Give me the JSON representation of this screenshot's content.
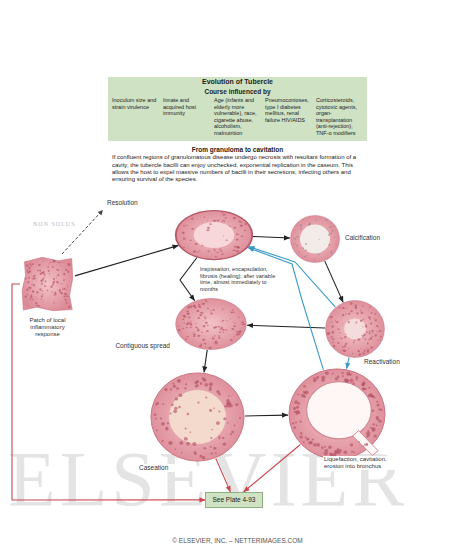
{
  "diagram": {
    "title": "Evolution of Tubercle",
    "nodes": [
      {
        "text": [
          "Course influenced by"
        ]
      },
      {
        "text": [
          "Inoculum size and strain virulence"
        ],
        "in": 0
      },
      {
        "text": [
          "Innate and acquired host immunity"
        ],
        "in": 0
      },
      {
        "text": [
          "Age (infants and elderly more vulnerable), race, cigarette abuse, alcoholism, malnutrition"
        ],
        "in": 0
      },
      {
        "text": [
          "Pneumoconioses, type I diabetes mellitus, renal failure HIV/AIDS"
        ],
        "in": 0
      },
      {
        "text": [
          "Corticosteroids, cytotoxic agents, organ-transplantation (anti-rejection), TNF-α modifiers"
        ],
        "in": 0
      },
      {
        "text": [
          "Patch of local inflammatory response"
        ]
      },
      {
        "text": [
          "Inspissation, encapsulation, fibrosis (healing); after variable time, almost immediately to months"
        ]
      },
      {
        "text": [
          "Calcification"
        ]
      },
      {
        "text": [
          "Contiguous spread"
        ]
      },
      {
        "text": [
          "Reactivation"
        ]
      },
      {
        "text": [
          "Caseation"
        ]
      },
      {
        "text": [
          "Liquefaction, cavitation, erosion into bronchus"
        ]
      },
      {
        "text": [
          "See Plate 4-93"
        ]
      }
    ],
    "edges": [
      {
        "from": 6,
        "to": 7,
        "arrow": "to"
      },
      {
        "from": 7,
        "to": 8,
        "arrow": "to"
      },
      {
        "from": 7,
        "to": 9,
        "arrow": "to"
      },
      {
        "from": 8,
        "to": 10,
        "arrow": "to"
      },
      {
        "from": 10,
        "to": 7,
        "arrow": "to"
      },
      {
        "from": 10,
        "to": 9,
        "arrow": "to"
      },
      {
        "from": 9,
        "to": 11,
        "arrow": "to"
      },
      {
        "from": 11,
        "to": 12,
        "arrow": "to"
      },
      {
        "from": 12,
        "to": 7,
        "arrow": "to"
      },
      {
        "from": 10,
        "to": 12,
        "arrow": "to"
      },
      {
        "from": 6,
        "to": 13,
        "arrow": "to"
      },
      {
        "from": 11,
        "to": 13,
        "arrow": "to"
      },
      {
        "from": 12,
        "to": 13,
        "arrow": "to"
      }
    ],
    "labels": [
      "From granuloma to cavitation",
      "If confluent regions of granulomatous disease undergo necrosis with resultant formation of a cavity, the tubercle bacilli can enjoy unchecked, exponential replication in the caseum. This allows the host to expel massive numbers of bacilli in their secretions, infecting others and ensuring survival of the species.",
      "Resolution",
      "NON SOLUS",
      "ELSEVIER",
      "© ELSEVIER, INC. – NETTERIMAGES.COM"
    ]
  }
}
